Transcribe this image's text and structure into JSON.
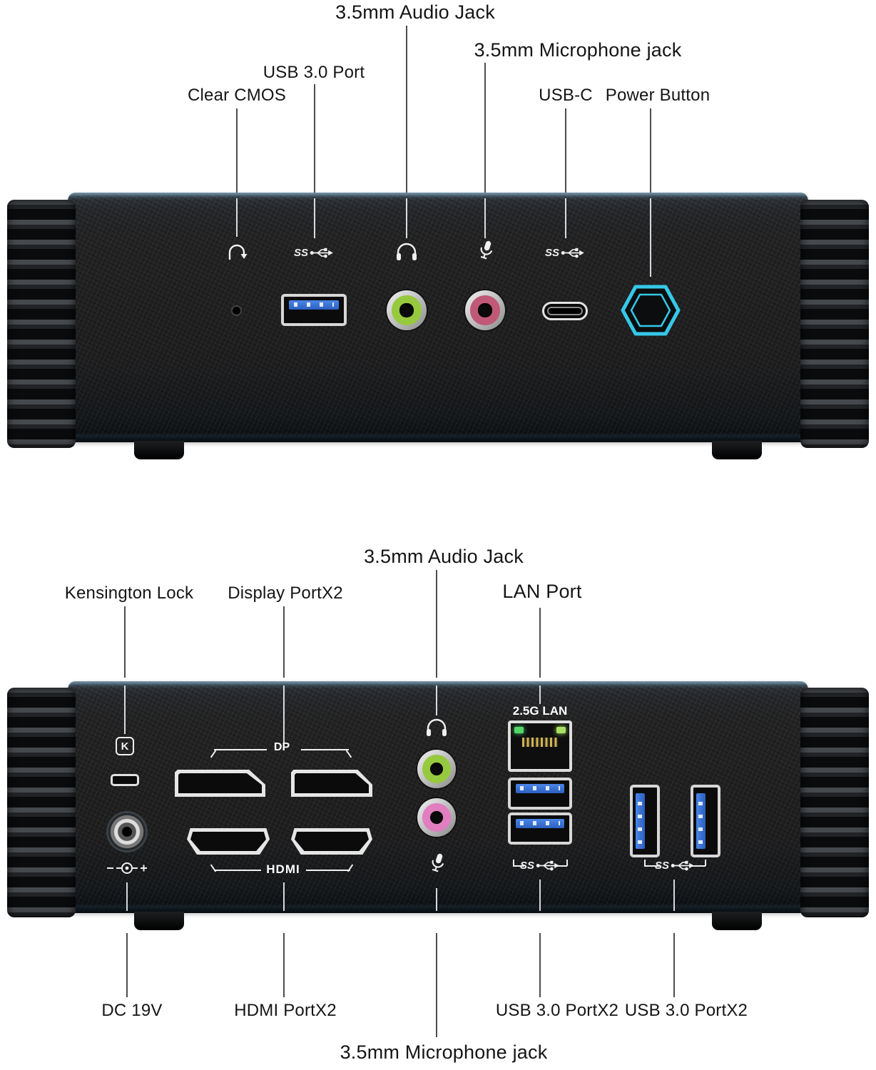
{
  "colors": {
    "accent_cyan": "#35c8e8",
    "audio_green": "#96c93d",
    "mic_red_front": "#c05878",
    "mic_pink_rear": "#e07ec0",
    "usb_blue": "#2f6fd6",
    "led_green": "#53d769",
    "led_amber": "#a8e063",
    "body_dark": "#1f1f20"
  },
  "common": {
    "ss_label": "SS"
  },
  "front": {
    "callouts": {
      "audio_jack": "3.5mm Audio Jack",
      "usb3": "USB 3.0 Port",
      "mic_jack": "3.5mm Microphone jack",
      "clear_cmos": "Clear CMOS",
      "usb_c": "USB-C",
      "power_button": "Power Button"
    }
  },
  "rear": {
    "callouts": {
      "audio_jack": "3.5mm Audio Jack",
      "kensington_lock": "Kensington Lock",
      "display_port": "Display PortX2",
      "lan_port": "LAN Port",
      "dc_19v": "DC 19V",
      "hdmi_port": "HDMI PortX2",
      "usb3_left": "USB 3.0 PortX2",
      "usb3_right": "USB 3.0 PortX2",
      "mic_jack": "3.5mm Microphone jack"
    },
    "panel": {
      "lan_label": "2.5G LAN",
      "dp_label": "DP",
      "hdmi_label": "HDMI"
    }
  },
  "icons": {
    "kensington_glyph": "K"
  }
}
